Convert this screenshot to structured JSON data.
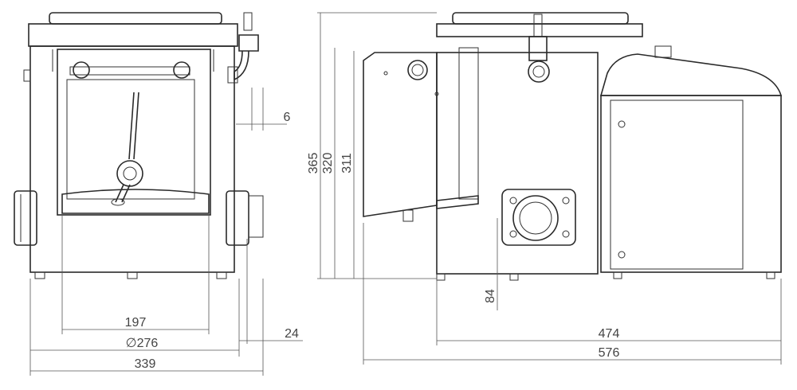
{
  "dimensions": {
    "front": {
      "inner_width": "197",
      "diameter": "∅276",
      "overall_width": "339",
      "outlet_offset": "24",
      "wall": "6"
    },
    "side": {
      "h_total": "365",
      "h_body": "320",
      "h_tank": "311",
      "outlet_height": "84",
      "w_body": "474",
      "w_total": "576"
    }
  },
  "colors": {
    "line": "#2a2a2a",
    "dimension": "#555555",
    "panel_fill": "#e6e6e6"
  }
}
